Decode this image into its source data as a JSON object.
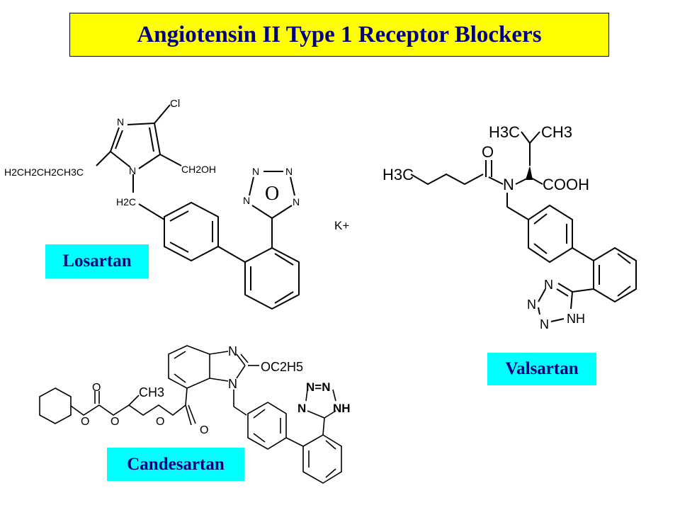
{
  "title": "Angiotensin II Type 1 Receptor Blockers",
  "drugs": {
    "losartan": {
      "name": "Losartan",
      "atoms": {
        "cl": "Cl",
        "n_top": "N",
        "n_bottom": "N",
        "chain": "H2CH2CH2CH3C",
        "ch2oh": "CH2OH",
        "h2c": "H2C",
        "tz_n1": "N",
        "tz_n2": "N",
        "tz_n3": "N",
        "tz_n4": "N",
        "tz_center": "O",
        "counterion": "K+"
      }
    },
    "valsartan": {
      "name": "Valsartan",
      "atoms": {
        "h3c_top": "H3C",
        "ch3": "CH3",
        "o": "O",
        "h3c_left": "H3C",
        "n": "N",
        "cooh": "COOH",
        "tz_n1": "N",
        "tz_n2": "N",
        "tz_n3": "N",
        "tz_nh": "NH"
      }
    },
    "candesartan": {
      "name": "Candesartan",
      "atoms": {
        "n_top": "N",
        "n_bottom": "N",
        "oc2h5": "OC2H5",
        "ch3": "CH3",
        "o1": "O",
        "o2": "O",
        "o3": "O",
        "o_carbonyl1": "O",
        "o_carbonyl2": "O",
        "tz_top": "N=N",
        "tz_n": "N",
        "tz_nh": "NH"
      }
    }
  },
  "colors": {
    "title_bg": "#ffff00",
    "label_bg": "#00ffff",
    "text": "#000080"
  }
}
